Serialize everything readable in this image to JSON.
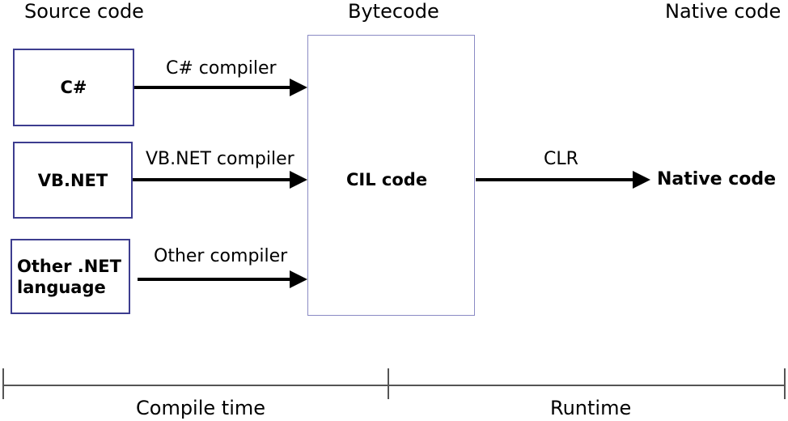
{
  "headers": {
    "source": "Source code",
    "bytecode": "Bytecode",
    "native": "Native code"
  },
  "source_boxes": [
    {
      "label": "C#"
    },
    {
      "label": "VB.NET"
    },
    {
      "label": "Other .NET language"
    }
  ],
  "bytecode_box": {
    "label": "CIL code"
  },
  "edges": [
    {
      "label": "C# compiler"
    },
    {
      "label": "VB.NET compiler"
    },
    {
      "label": "Other compiler"
    },
    {
      "label": "CLR"
    }
  ],
  "output": {
    "label": "Native code"
  },
  "timeline": {
    "phases": [
      {
        "label": "Compile time"
      },
      {
        "label": "Runtime"
      }
    ]
  },
  "colors": {
    "box_border": "#3d3d8f",
    "cil_border": "#8a8ac4",
    "arrow": "#000000",
    "timeline": "#555555",
    "text": "#000000",
    "background": "#ffffff"
  }
}
